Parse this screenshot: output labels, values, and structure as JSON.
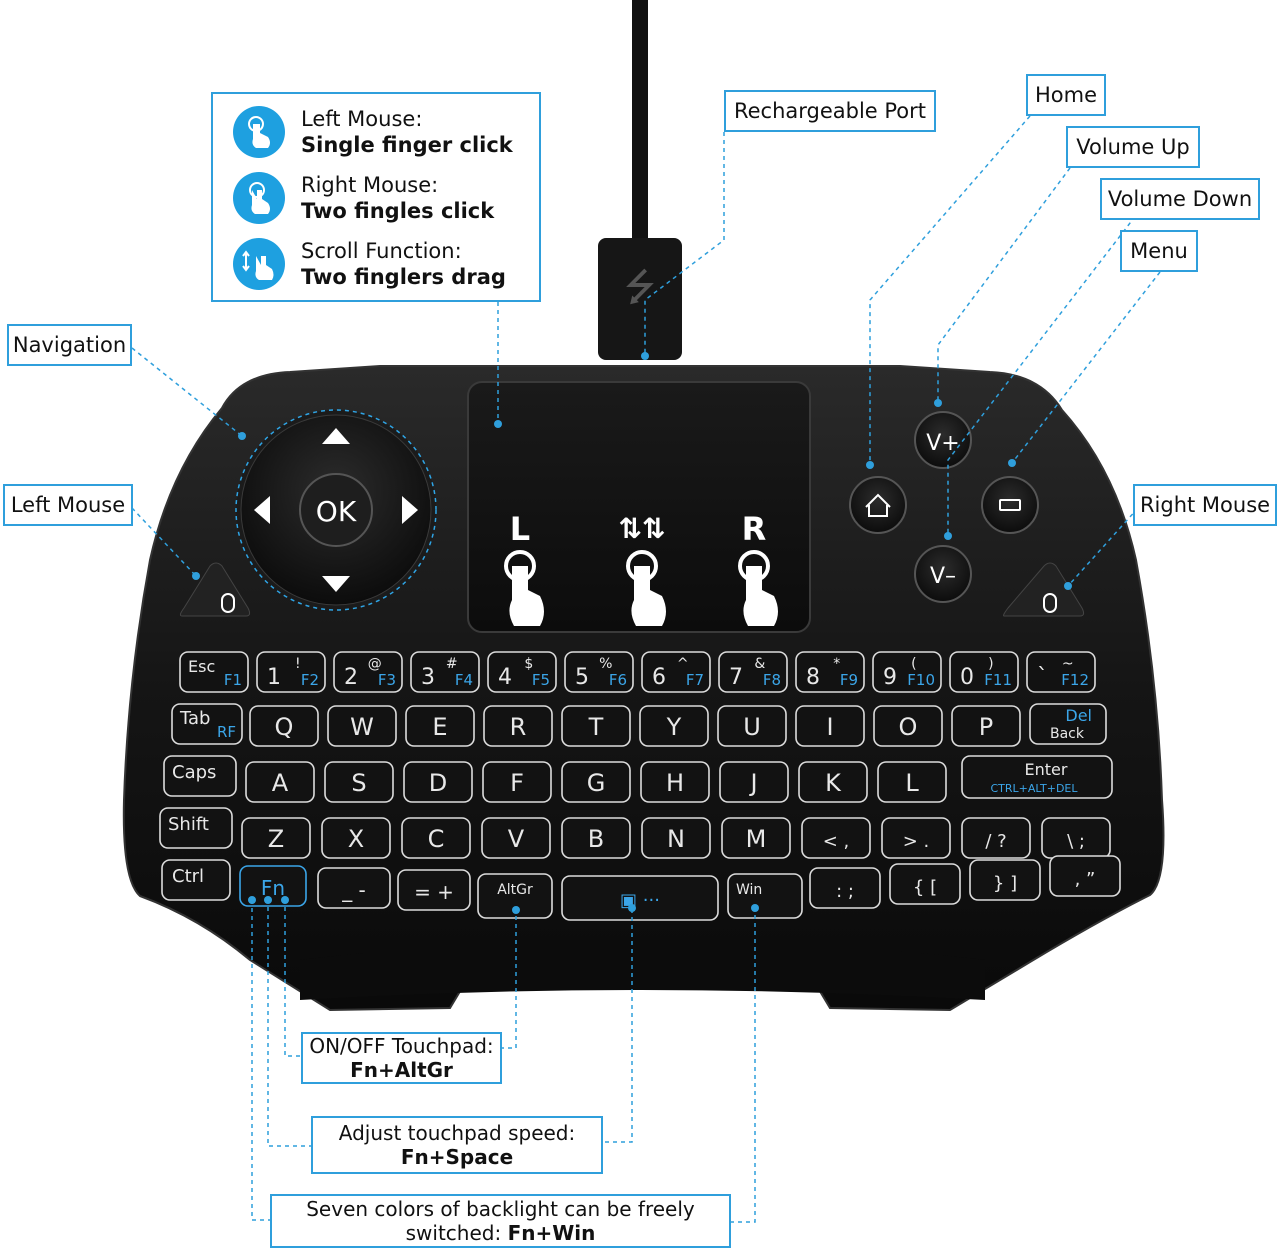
{
  "legend": {
    "items": [
      {
        "title": "Left Mouse:",
        "desc": "Single finger click"
      },
      {
        "title": "Right Mouse:",
        "desc": "Two fingles click"
      },
      {
        "title": "Scroll Function:",
        "desc": "Two finglers drag"
      }
    ]
  },
  "labels": {
    "rechargeable_port": "Rechargeable Port",
    "home": "Home",
    "volume_up": "Volume Up",
    "volume_down": "Volume Down",
    "menu": "Menu",
    "navigation": "Navigation",
    "left_mouse": "Left Mouse",
    "right_mouse": "Right Mouse"
  },
  "bottom": {
    "touchpad_toggle": {
      "title": "ON/OFF Touchpad:",
      "combo": "Fn+AltGr"
    },
    "touchpad_speed": {
      "title": "Adjust touchpad speed:",
      "combo": "Fn+Space"
    },
    "backlight": {
      "line1": "Seven colors of backlight can be freely",
      "line2": "switched: ",
      "combo": "Fn+Win"
    }
  },
  "device": {
    "nav_center": "OK",
    "touchpad_marks": [
      "L",
      "R"
    ],
    "vol_up": "V+",
    "vol_down": "V–"
  },
  "keyboard": {
    "row1": [
      {
        "m": "Esc",
        "f": "F1"
      },
      {
        "m": "1",
        "s": "!",
        "f": "F2"
      },
      {
        "m": "2",
        "s": "@",
        "f": "F3"
      },
      {
        "m": "3",
        "s": "#",
        "f": "F4"
      },
      {
        "m": "4",
        "s": "$",
        "f": "F5"
      },
      {
        "m": "5",
        "s": "%",
        "f": "F6"
      },
      {
        "m": "6",
        "s": "^",
        "f": "F7"
      },
      {
        "m": "7",
        "s": "&",
        "f": "F8"
      },
      {
        "m": "8",
        "s": "*",
        "f": "F9"
      },
      {
        "m": "9",
        "s": "(",
        "f": "F10"
      },
      {
        "m": "0",
        "s": ")",
        "f": "F11"
      },
      {
        "m": "`",
        "s": "~",
        "f": "F12"
      }
    ],
    "row2": [
      "Q",
      "W",
      "E",
      "R",
      "T",
      "Y",
      "U",
      "I",
      "O",
      "P"
    ],
    "row2_tab": {
      "m": "Tab",
      "f": "RF"
    },
    "row2_del": {
      "m": "Del",
      "s": "Back"
    },
    "row3": [
      "A",
      "S",
      "D",
      "F",
      "G",
      "H",
      "J",
      "K",
      "L"
    ],
    "row3_caps": "Caps",
    "row3_enter": {
      "m": "Enter",
      "f": "CTRL+ALT+DEL"
    },
    "row4": [
      "Z",
      "X",
      "C",
      "V",
      "B",
      "N",
      "M",
      "<  ,",
      ">  .",
      "/  ?",
      "\\  ;"
    ],
    "row4_shift": "Shift",
    "row5_ctrl": "Ctrl",
    "row5_fn": "Fn",
    "row5_minus": "_  -",
    "row5_plus": "=  +",
    "row5_altgr": "AltGr",
    "row5_win": "Win",
    "row5_rest": [
      ":  ;",
      "{  [",
      "}  ]",
      ",  ”"
    ]
  }
}
